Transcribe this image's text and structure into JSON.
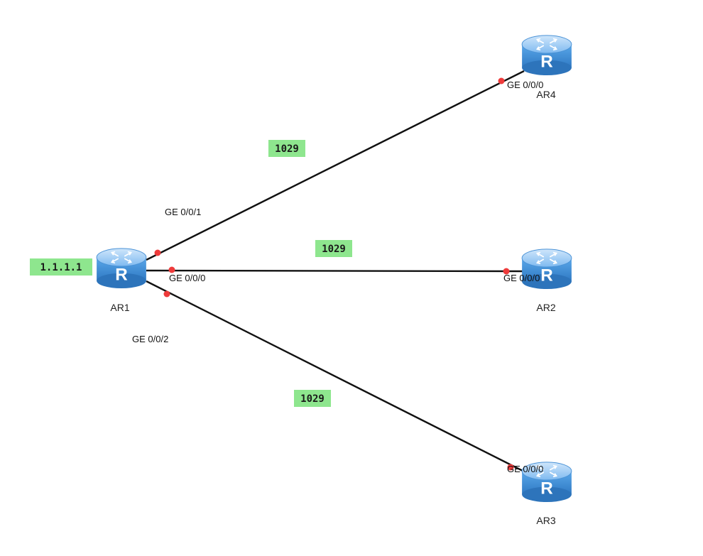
{
  "routers": {
    "ar1": {
      "name": "AR1",
      "icon": "router-icon",
      "glyph": "R"
    },
    "ar2": {
      "name": "AR2",
      "icon": "router-icon",
      "glyph": "R"
    },
    "ar3": {
      "name": "AR3",
      "icon": "router-icon",
      "glyph": "R"
    },
    "ar4": {
      "name": "AR4",
      "icon": "router-icon",
      "glyph": "R"
    }
  },
  "router_id_tag": "1.1.1.1",
  "links": {
    "ar1_ar4": {
      "a_port": "GE 0/0/1",
      "b_port": "GE 0/0/0",
      "tag": "1029"
    },
    "ar1_ar2": {
      "a_port": "GE 0/0/0",
      "b_port": "GE 0/0/0",
      "tag": "1029"
    },
    "ar1_ar3": {
      "a_port": "GE 0/0/2",
      "b_port": "GE 0/0/0",
      "tag": "1029"
    }
  },
  "colors": {
    "link": "#111111",
    "endpoint": "#ee3b3b",
    "tag_background": "#8ee68e",
    "router_body": "#3f8fd6"
  }
}
